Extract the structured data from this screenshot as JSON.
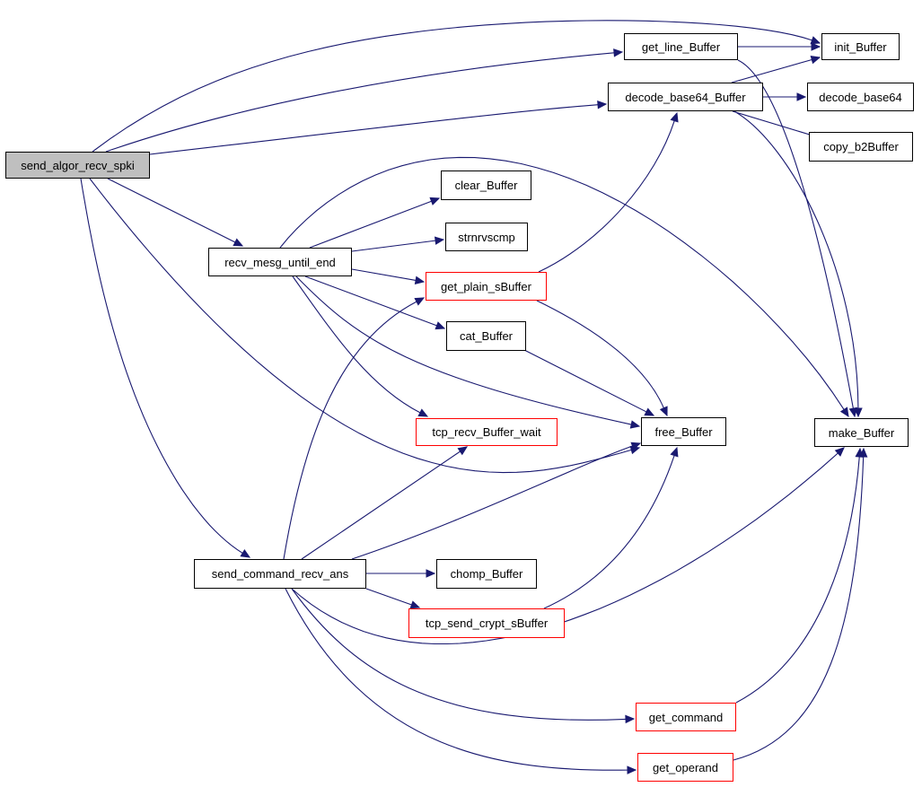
{
  "graph": {
    "colors": {
      "edge": "#191970",
      "node_border": "#000000",
      "incomplete_border": "#ff0000",
      "root_fill": "#bfbfbf"
    },
    "nodes": {
      "send_algor_recv_spki": {
        "label": "send_algor_recv_spki",
        "root": true
      },
      "get_line_Buffer": {
        "label": "get_line_Buffer"
      },
      "init_Buffer": {
        "label": "init_Buffer"
      },
      "decode_base64_Buffer": {
        "label": "decode_base64_Buffer"
      },
      "decode_base64": {
        "label": "decode_base64"
      },
      "copy_b2Buffer": {
        "label": "copy_b2Buffer"
      },
      "clear_Buffer": {
        "label": "clear_Buffer"
      },
      "recv_mesg_until_end": {
        "label": "recv_mesg_until_end"
      },
      "strnrvscmp": {
        "label": "strnrvscmp"
      },
      "get_plain_sBuffer": {
        "label": "get_plain_sBuffer",
        "incomplete": true
      },
      "cat_Buffer": {
        "label": "cat_Buffer"
      },
      "tcp_recv_Buffer_wait": {
        "label": "tcp_recv_Buffer_wait",
        "incomplete": true
      },
      "free_Buffer": {
        "label": "free_Buffer"
      },
      "make_Buffer": {
        "label": "make_Buffer"
      },
      "send_command_recv_ans": {
        "label": "send_command_recv_ans"
      },
      "chomp_Buffer": {
        "label": "chomp_Buffer"
      },
      "tcp_send_crypt_sBuffer": {
        "label": "tcp_send_crypt_sBuffer",
        "incomplete": true
      },
      "get_command": {
        "label": "get_command",
        "incomplete": true
      },
      "get_operand": {
        "label": "get_operand",
        "incomplete": true
      }
    },
    "edges": [
      [
        "send_algor_recv_spki",
        "init_Buffer"
      ],
      [
        "send_algor_recv_spki",
        "get_line_Buffer"
      ],
      [
        "send_algor_recv_spki",
        "decode_base64_Buffer"
      ],
      [
        "send_algor_recv_spki",
        "recv_mesg_until_end"
      ],
      [
        "send_algor_recv_spki",
        "free_Buffer"
      ],
      [
        "send_algor_recv_spki",
        "send_command_recv_ans"
      ],
      [
        "get_line_Buffer",
        "init_Buffer"
      ],
      [
        "get_line_Buffer",
        "make_Buffer"
      ],
      [
        "decode_base64_Buffer",
        "init_Buffer"
      ],
      [
        "decode_base64_Buffer",
        "decode_base64"
      ],
      [
        "decode_base64_Buffer",
        "copy_b2Buffer"
      ],
      [
        "decode_base64_Buffer",
        "make_Buffer"
      ],
      [
        "recv_mesg_until_end",
        "clear_Buffer"
      ],
      [
        "recv_mesg_until_end",
        "strnrvscmp"
      ],
      [
        "recv_mesg_until_end",
        "get_plain_sBuffer"
      ],
      [
        "recv_mesg_until_end",
        "cat_Buffer"
      ],
      [
        "recv_mesg_until_end",
        "tcp_recv_Buffer_wait"
      ],
      [
        "recv_mesg_until_end",
        "free_Buffer"
      ],
      [
        "recv_mesg_until_end",
        "make_Buffer"
      ],
      [
        "get_plain_sBuffer",
        "decode_base64_Buffer"
      ],
      [
        "get_plain_sBuffer",
        "free_Buffer"
      ],
      [
        "cat_Buffer",
        "free_Buffer"
      ],
      [
        "send_command_recv_ans",
        "get_plain_sBuffer"
      ],
      [
        "send_command_recv_ans",
        "tcp_recv_Buffer_wait"
      ],
      [
        "send_command_recv_ans",
        "free_Buffer"
      ],
      [
        "send_command_recv_ans",
        "chomp_Buffer"
      ],
      [
        "send_command_recv_ans",
        "tcp_send_crypt_sBuffer"
      ],
      [
        "send_command_recv_ans",
        "make_Buffer"
      ],
      [
        "send_command_recv_ans",
        "get_command"
      ],
      [
        "send_command_recv_ans",
        "get_operand"
      ],
      [
        "tcp_send_crypt_sBuffer",
        "free_Buffer"
      ],
      [
        "get_command",
        "make_Buffer"
      ],
      [
        "get_operand",
        "make_Buffer"
      ]
    ]
  }
}
